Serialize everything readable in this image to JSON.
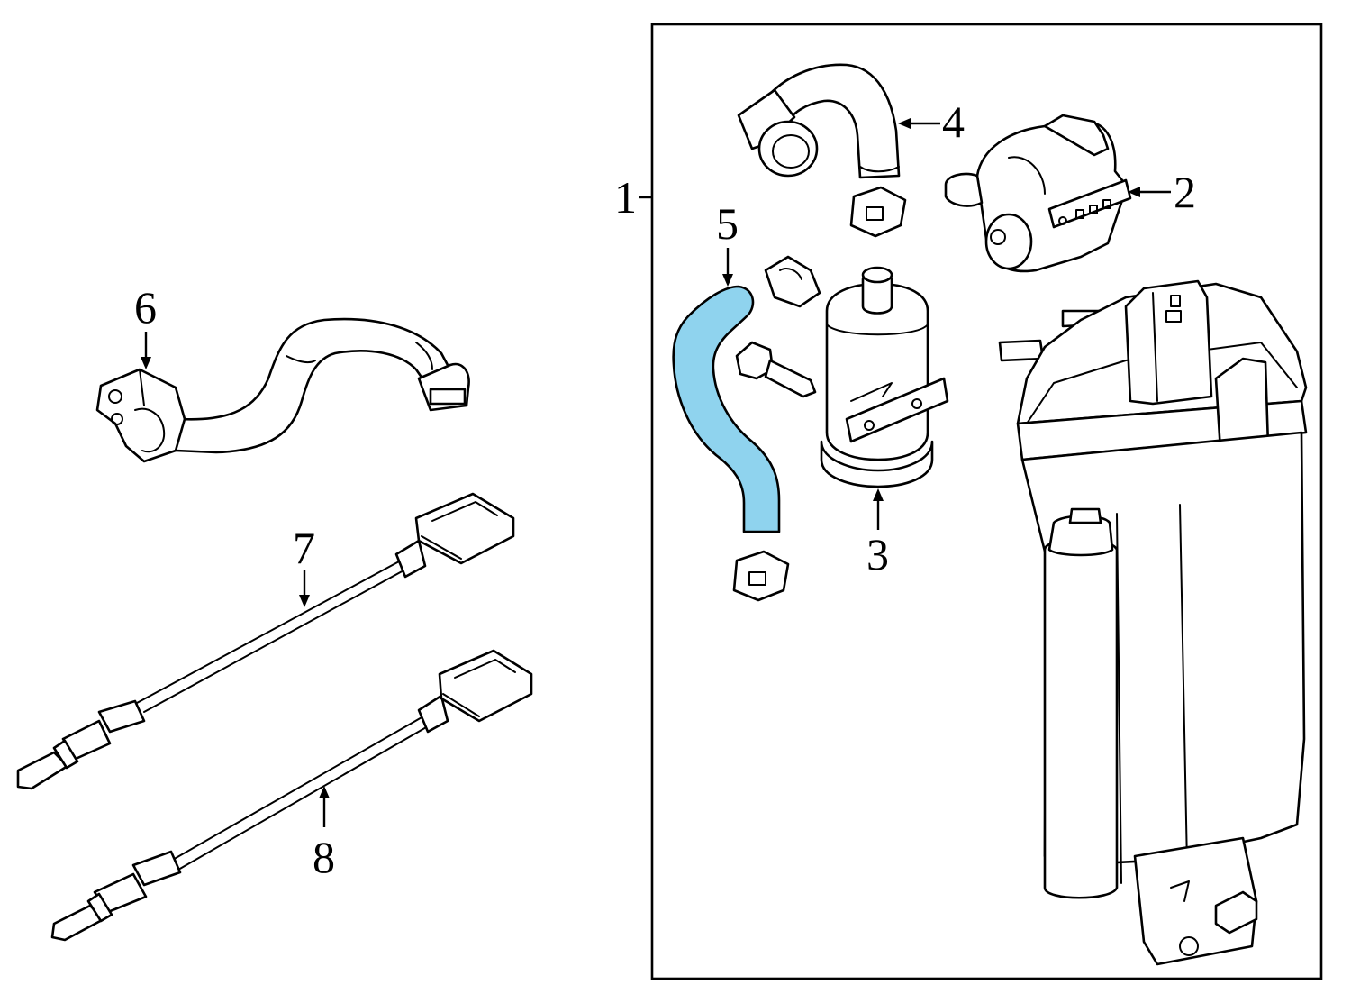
{
  "callouts": [
    {
      "id": "1",
      "label": "1"
    },
    {
      "id": "2",
      "label": "2"
    },
    {
      "id": "3",
      "label": "3"
    },
    {
      "id": "4",
      "label": "4"
    },
    {
      "id": "5",
      "label": "5"
    },
    {
      "id": "6",
      "label": "6"
    },
    {
      "id": "7",
      "label": "7"
    },
    {
      "id": "8",
      "label": "8"
    }
  ],
  "highlight_color": "#8fd3ee"
}
